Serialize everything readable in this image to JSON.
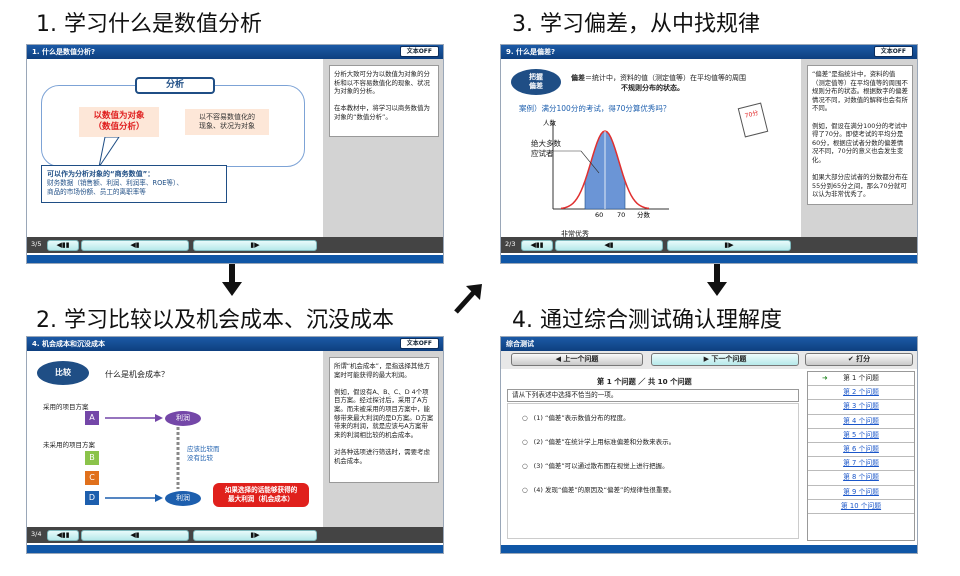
{
  "steps": [
    {
      "num": "1.",
      "label": "学习什么是数值分析"
    },
    {
      "num": "2.",
      "label": "学习比较以及机会成本、沉没成本"
    },
    {
      "num": "3.",
      "label": "学习偏差，从中找规律"
    },
    {
      "num": "4.",
      "label": "通过综合测试确认理解度"
    }
  ],
  "common": {
    "toggle": "文本OFF",
    "play": "◀▮▮",
    "prev": "◀▮",
    "next": "▮▶"
  },
  "s1": {
    "title": "1. 什么是数值分析?",
    "header": "分析",
    "left_box": "以数值为对象\n（数值分析）",
    "right_box": "以不容易数值化的\n现象、状况为对象",
    "callout_title": "可以作为分析对象的“商务数值”：",
    "callout_body": "财务数据（销售额、利润、利润率、ROE等）、\n商品的市场份额、员工的离职率等",
    "notes": "分析大致可分为以数值为对象的分析和以不容易数值化的现象、状况为对象的分析。\n\n在本教材中，将学习以商务数值为对象的“数值分析”。",
    "page": "3/5"
  },
  "s2": {
    "title": "4. 机会成本和沉没成本",
    "pill": "比较",
    "question": "什么是机会成本？",
    "adopted": "采用的项目方案",
    "not_adopted": "未采用的项目方案",
    "items": [
      "A",
      "B",
      "C",
      "D"
    ],
    "profit": "利润",
    "compare": "应该比较而\n没有比较",
    "red": "如果选择的话能够获得的\n最大利润（机会成本）",
    "notes": "所谓“机会成本”，是指选择其他方案时可能获得的最大利润。\n\n例如，假设有A、B、C、D 4个项目方案。经过探讨后，采用了A方案。而未被采用的项目方案中，能够带来最大利润的是D方案。D方案带来的利润，就是应该与A方案带来的利润相比较的机会成本。\n\n对各种选项进行筛选时，需要考虑机会成本。",
    "page": "3/4"
  },
  "s3": {
    "title": "9. 什么是偏差?",
    "pill": "把握\n偏差",
    "def_bold": "偏差",
    "def_rest": "＝统计中，资料的值（测定值等）在平均值等的周围",
    "def_line2": "不规则分布的状态。",
    "example": "案例）满分100分的考试，得70分算优秀吗？",
    "ylabel": "人数",
    "most": "绝大多数\n应试者",
    "ticks": [
      "60",
      "70"
    ],
    "xunit": "分数",
    "excellent": "非常优秀",
    "paper": "70分",
    "notes": "“偏差”是指统计中，资料的值（测定值等）在平均值等的周围不规则分布的状态。根据数字的偏差情况不同，对数值的解释也会有所不同。\n\n例如，假设在满分100分的考试中得了70分。即使考试的平均分是60分，根据应试者分数的偏差情况不同，70分的意义也会发生变化。\n\n如果大部分应试者的分数都分布在55分到65分之间，那么70分就可以认为非常优秀了。",
    "page": "2/3"
  },
  "s4": {
    "title": "综合测试",
    "prev": "上一个问题",
    "next": "下一个问题",
    "score": "打分",
    "qno": "第 1 个问题 ／ 共 10 个问题",
    "prompt": "请从下列表述中选择不恰当的一项。",
    "options": [
      "(1) “偏差”表示数值分布的程度。",
      "(2) “偏差”在统计学上用标准偏差和分数来表示。",
      "(3) “偏差”可以通过散布图在视觉上进行把握。",
      "(4) 发现“偏差”的原因及“偏差”的规律性很重要。"
    ],
    "list": [
      "第 1 个问题",
      "第 2 个问题",
      "第 3 个问题",
      "第 4 个问题",
      "第 5 个问题",
      "第 6 个问题",
      "第 7 个问题",
      "第 8 个问题",
      "第 9 个问题",
      "第 10 个问题"
    ]
  }
}
